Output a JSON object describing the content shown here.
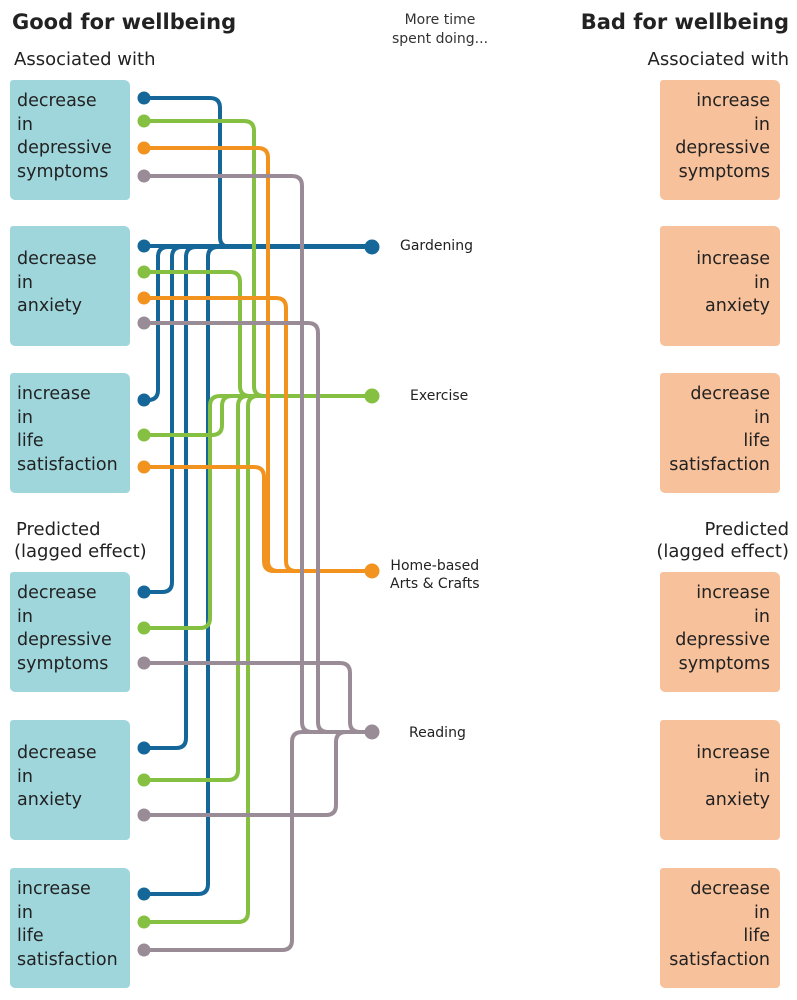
{
  "headings": {
    "good": "Good for wellbeing",
    "bad": "Bad for wellbeing"
  },
  "hint": [
    "More time",
    "spent doing..."
  ],
  "sections": {
    "associated_good": "Associated with",
    "associated_bad": "Associated with",
    "predicted_good": [
      "Predicted",
      "(lagged effect)"
    ],
    "predicted_bad": [
      "Predicted",
      "(lagged effect)"
    ]
  },
  "good_boxes": [
    [
      "decrease",
      "in",
      "depressive",
      "symptoms"
    ],
    [
      "decrease",
      "in",
      "anxiety"
    ],
    [
      "increase",
      "in",
      "life",
      "satisfaction"
    ],
    [
      "decrease",
      "in",
      "depressive",
      "symptoms"
    ],
    [
      "decrease",
      "in",
      "anxiety"
    ],
    [
      "increase",
      "in",
      "life",
      "satisfaction"
    ]
  ],
  "bad_boxes": [
    [
      "increase",
      "in",
      "depressive",
      "symptoms"
    ],
    [
      "increase",
      "in",
      "anxiety"
    ],
    [
      "decrease",
      "in",
      "life",
      "satisfaction"
    ],
    [
      "increase",
      "in",
      "depressive",
      "symptoms"
    ],
    [
      "increase",
      "in",
      "anxiety"
    ],
    [
      "decrease",
      "in",
      "life",
      "satisfaction"
    ]
  ],
  "activities": [
    {
      "name": "Gardening",
      "color": "#15679a"
    },
    {
      "name": "Exercise",
      "color": "#86c042"
    },
    {
      "name": "Home-based\nArts & Crafts",
      "color": "#f2931f"
    },
    {
      "name": "Reading",
      "color": "#9a8c96"
    }
  ]
}
